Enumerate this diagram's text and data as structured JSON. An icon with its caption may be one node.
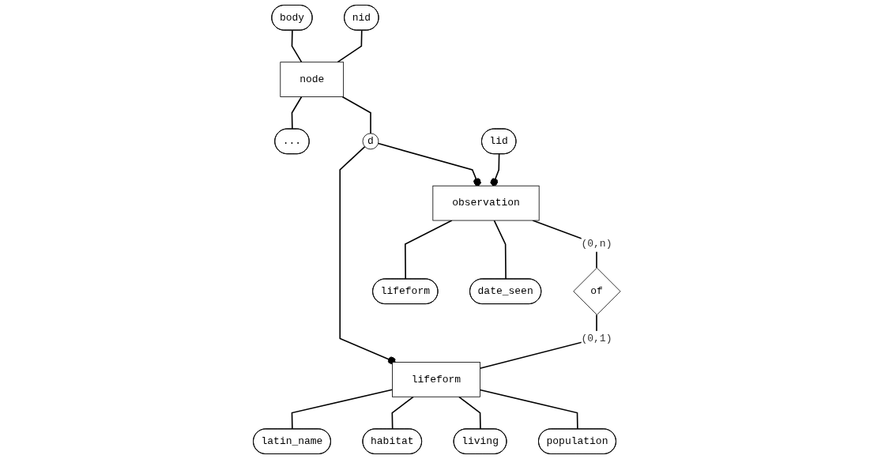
{
  "diagram": {
    "nodes": [
      {
        "text": [
          "body"
        ]
      },
      {
        "text": [
          "nid"
        ]
      },
      {
        "text": [
          "node"
        ]
      },
      {
        "text": [
          "..."
        ]
      },
      {
        "text": [
          "d"
        ]
      },
      {
        "text": [
          "lid"
        ]
      },
      {
        "text": [
          "latin_name"
        ]
      },
      {
        "text": [
          "observation"
        ]
      },
      {
        "text": [
          "of"
        ]
      },
      {
        "text": [
          "lifeform"
        ]
      },
      {
        "text": [
          "habitat"
        ]
      },
      {
        "text": [
          "lifeform"
        ]
      },
      {
        "text": [
          "living"
        ]
      },
      {
        "text": [
          "date_seen"
        ]
      },
      {
        "text": [
          "population"
        ]
      }
    ],
    "edges": [
      {
        "from": 0,
        "to": 2,
        "arrow": "none"
      },
      {
        "from": 1,
        "to": 2,
        "arrow": "none"
      },
      {
        "from": 2,
        "to": 3,
        "arrow": "none"
      },
      {
        "from": 2,
        "to": 4,
        "arrow": "none"
      },
      {
        "from": 4,
        "to": 7,
        "arrow": "other"
      },
      {
        "from": 4,
        "to": 9,
        "arrow": "other"
      },
      {
        "from": 5,
        "to": 7,
        "arrow": "other"
      },
      {
        "from": 7,
        "to": 8,
        "arrow": "none",
        "label": "(0,n)"
      },
      {
        "from": 8,
        "to": 9,
        "arrow": "none",
        "label": "(0,1)"
      },
      {
        "from": 9,
        "to": 6,
        "arrow": "none"
      },
      {
        "from": 9,
        "to": 10,
        "arrow": "none"
      },
      {
        "from": 9,
        "to": 12,
        "arrow": "none"
      },
      {
        "from": 9,
        "to": 14,
        "arrow": "none"
      },
      {
        "from": 7,
        "to": 11,
        "arrow": "none"
      },
      {
        "from": 7,
        "to": 13,
        "arrow": "none"
      }
    ]
  }
}
